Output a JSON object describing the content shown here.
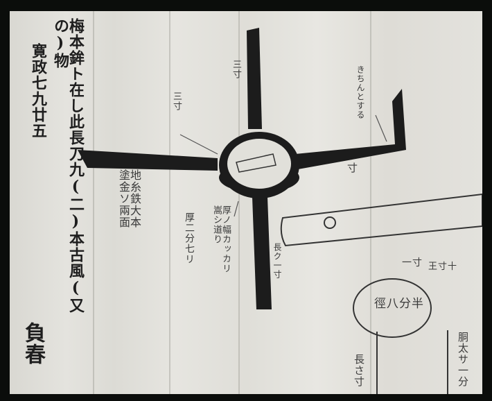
{
  "document": {
    "title": "梅本鉾ト在し此長刀九(二)本古風(又の)物",
    "date": "寛政七九廿五",
    "signature": "負春",
    "labels": {
      "top_blade": "三寸",
      "left_upper": "三寸",
      "right_tip": "きちんとする",
      "right_arm": "寸",
      "lower_left": "地糸鉄大本\n塗金ソ兩面",
      "lower_mid1": "厚二分七リ",
      "lower_mid2": "厚ノ幅カッカリ\n嵩シ道り",
      "lower_center": "長ク一寸",
      "handle_label1": "一寸",
      "handle_label2": "王寸十",
      "circle_text": "徑八分半",
      "bottom_left": "長さ寸",
      "bottom_right": "胴太サ一分"
    }
  }
}
